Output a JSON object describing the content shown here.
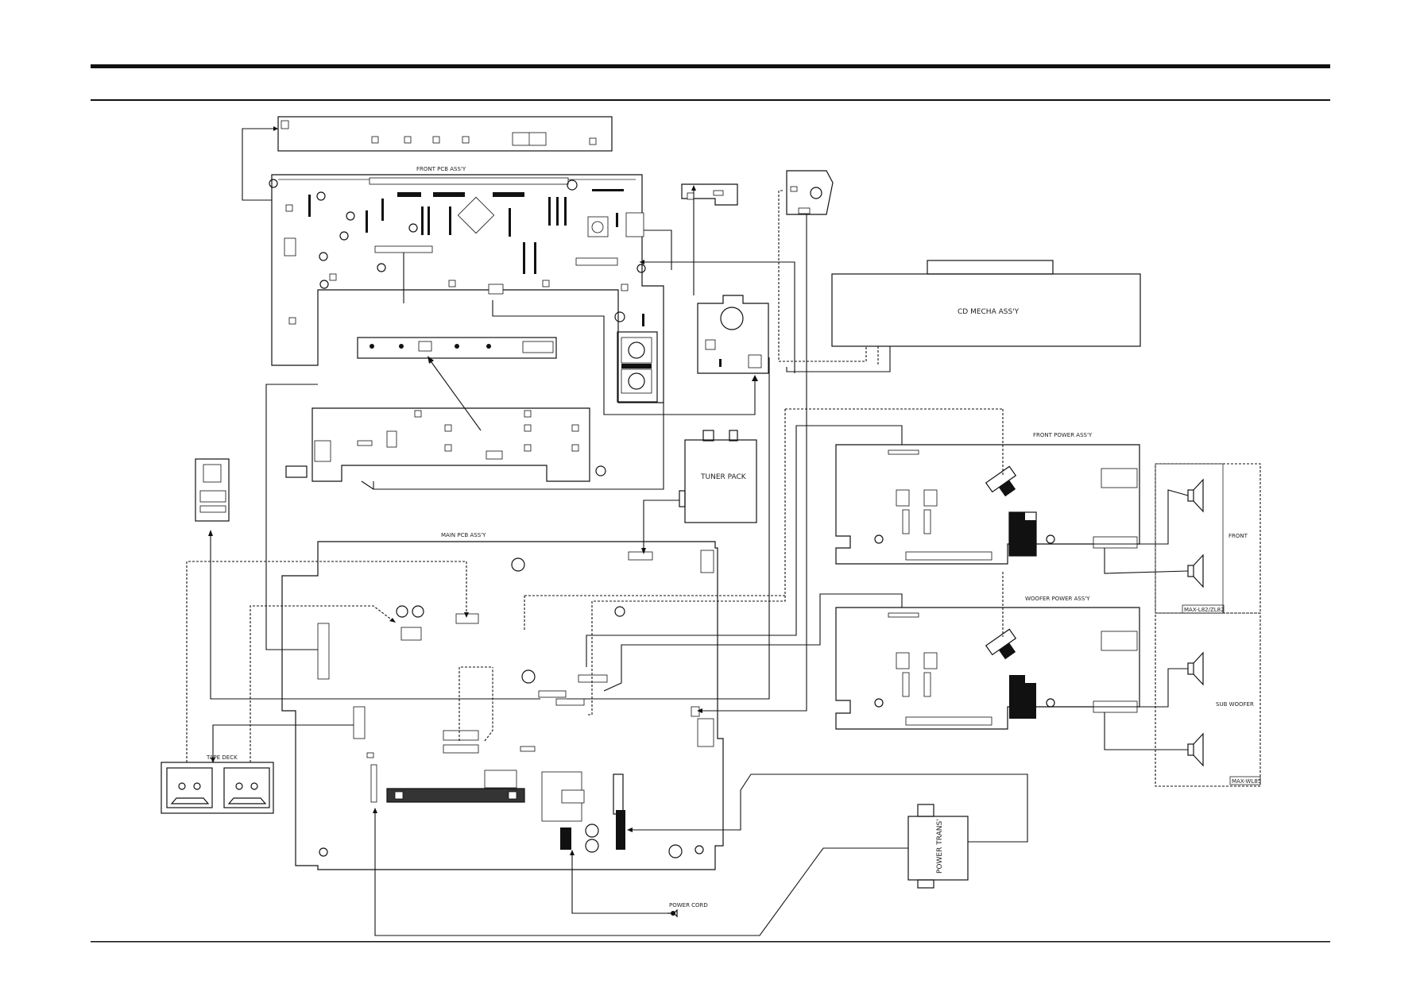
{
  "labels": {
    "front_pcb": "FRONT PCB ASS'Y",
    "cd_mecha": "CD MECHA ASS'Y",
    "tuner_pack": "TUNER PACK",
    "front_power": "FRONT POWER ASS'Y",
    "woofer_power": "WOOFER POWER ASS'Y",
    "main_pcb": "MAIN PCB ASS'Y",
    "tape_deck": "TAPE DECK",
    "power_cord": "POWER CORD",
    "power_trans": "POWER TRANS'",
    "front": "FRONT",
    "sub_woofer": "SUB WOOFER",
    "model_front": "MAX-L82/ZL82",
    "model_woofer": "MAX-WL85"
  },
  "colors": {
    "line": "#111111",
    "background": "#ffffff"
  }
}
